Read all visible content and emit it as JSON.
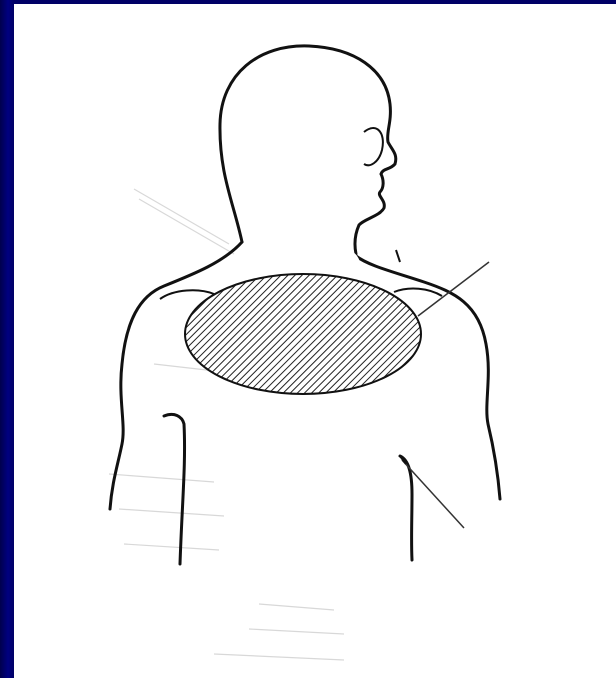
{
  "figure": {
    "subject": "figure-back-view-head-turned-right",
    "colors": {
      "background_frame": "#000066",
      "panel": "#ffffff",
      "outline": "#111111",
      "hatch": "#222222",
      "ghost_text": "#d8d8d8"
    },
    "regions": [
      {
        "id": "upper-back-hatched-area",
        "fill": "diagonal-hatch"
      },
      {
        "id": "neck-base-blank-patch",
        "fill": "white"
      }
    ],
    "leaders": [
      {
        "id": "leader-line-upper-right"
      },
      {
        "id": "leader-line-lower-right"
      }
    ]
  }
}
